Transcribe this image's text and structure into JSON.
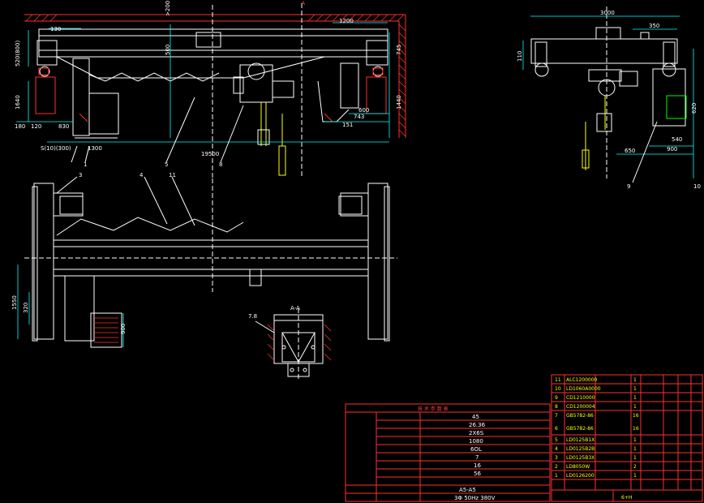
{
  "front_view": {
    "dims": {
      "top_130": "130",
      "top_1200": "1200",
      "top_200": ">200",
      "left_520": "520(800)",
      "left_1640": "1640",
      "left_180": "180",
      "left_120": "120",
      "mid_830": "830",
      "mid_1300": "1300",
      "mid_500": "500",
      "bottom_s": "S(10)(300)",
      "span": "19500",
      "right_745": "745",
      "right_1440": "1440",
      "right_600": "600",
      "right_743": "743",
      "right_151": "151"
    },
    "callouts": [
      "5",
      "8",
      "A",
      "1"
    ]
  },
  "side_view": {
    "dims": {
      "top_3000": "3000",
      "top_350": "350",
      "left_110": "110",
      "right_540": "540",
      "right_650": "650",
      "right_900": "900",
      "right_620": "620"
    },
    "callouts": [
      "9",
      "10"
    ]
  },
  "plan_view": {
    "callouts": [
      "3",
      "4",
      "11"
    ],
    "dims": {
      "d1550": "1550",
      "d320": "320",
      "d900": "900"
    }
  },
  "section": {
    "title": "A-A",
    "callout": "7.8"
  },
  "spec_table": {
    "header": "技 术 参 数 表",
    "rows": [
      {
        "label": "",
        "value": "45"
      },
      {
        "label": "",
        "value": "26.36"
      },
      {
        "label": "",
        "value": "2X6S"
      },
      {
        "label": "",
        "value": "1080"
      },
      {
        "label": "",
        "value": "6OL"
      },
      {
        "label": "",
        "value": "7"
      },
      {
        "label": "",
        "value": "16"
      },
      {
        "label": "",
        "value": "56"
      },
      {
        "label": "",
        "value": "A5-A5"
      },
      {
        "label": "",
        "value": "3Φ 50Hz 380V"
      }
    ]
  },
  "parts_table": {
    "rows": [
      {
        "no": "11",
        "code": "ALC1200000",
        "qty": "1"
      },
      {
        "no": "10",
        "code": "LD1060A0000",
        "qty": "1"
      },
      {
        "no": "9",
        "code": "CD1210000",
        "qty": "1"
      },
      {
        "no": "8",
        "code": "CD1200004",
        "qty": "1"
      },
      {
        "no": "7",
        "code": "GB5782-86",
        "qty": "16"
      },
      {
        "no": "6",
        "code": "GB5782-86",
        "qty": "16"
      },
      {
        "no": "5",
        "code": "LD0125B1X",
        "qty": "1"
      },
      {
        "no": "4",
        "code": "LD0125B2B",
        "qty": "1"
      },
      {
        "no": "3",
        "code": "LD0125B3X",
        "qty": "1"
      },
      {
        "no": "2",
        "code": "LD8050W",
        "qty": "2"
      },
      {
        "no": "1",
        "code": "LD0126200",
        "qty": "1"
      }
    ],
    "footer": "6+H"
  }
}
